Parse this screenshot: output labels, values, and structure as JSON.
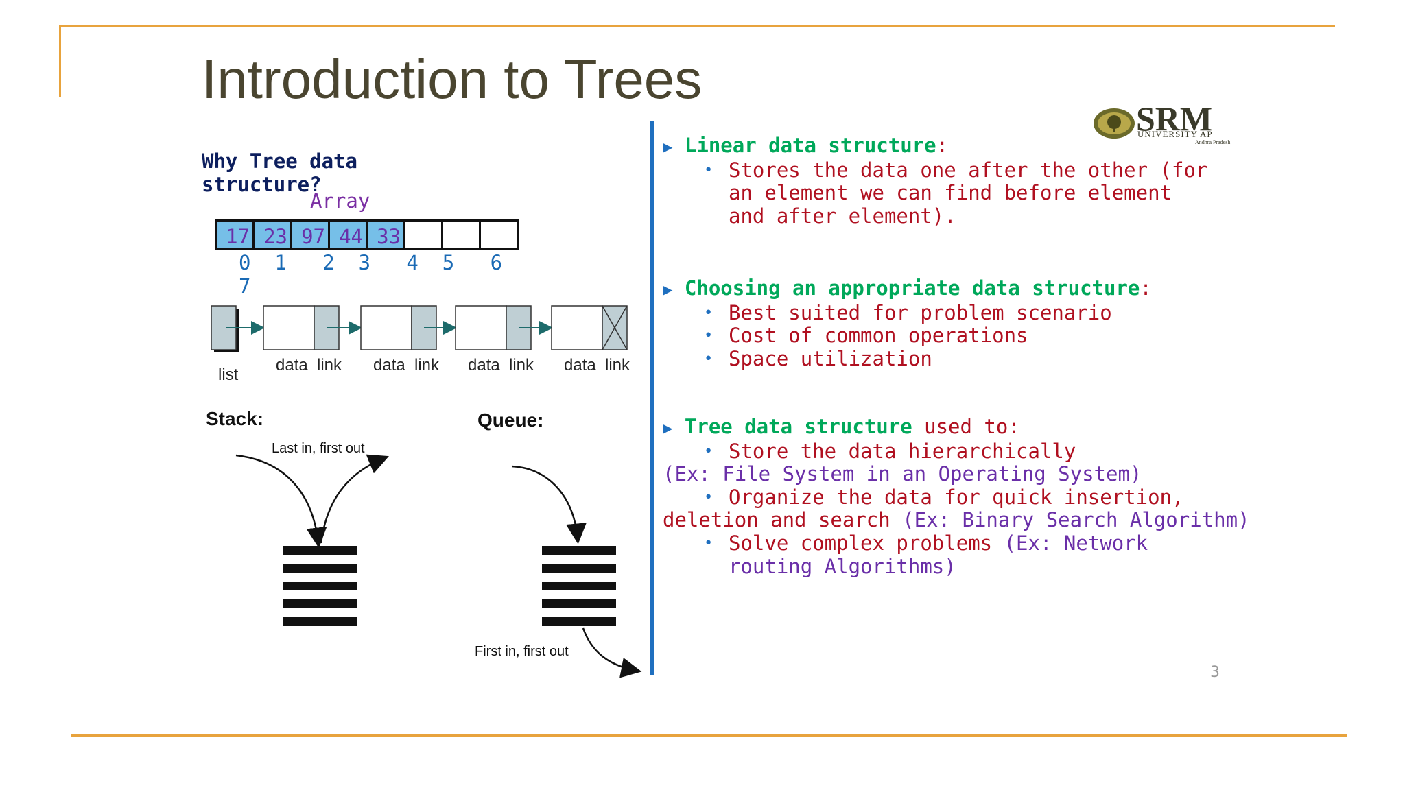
{
  "slide": {
    "title": "Introduction to Trees",
    "page_number": "3",
    "logo_text": "SRM",
    "logo_sub": "UNIVERSITY AP",
    "logo_sub2": "Andhra Pradesh"
  },
  "left": {
    "heading": "Why Tree data structure?",
    "array_label": "Array",
    "array_values": [
      "17",
      "23",
      "97",
      "44",
      "33",
      "",
      "",
      ""
    ],
    "indices_line1": "0  1   2  3   4  5   6",
    "indices_line2": "7",
    "linked_list": {
      "head_label": "list",
      "data_label": "data",
      "link_label": "link"
    },
    "stack": {
      "title": "Stack:",
      "caption": "Last in, first out"
    },
    "queue": {
      "title": "Queue:",
      "caption": "First in, first out"
    }
  },
  "right": {
    "section1": {
      "heading": "Linear data structure",
      "suffix": ":",
      "bullet_lines": [
        "Stores the data one after the other (for",
        "an  element we can find before element",
        "and after  element)."
      ]
    },
    "section2": {
      "heading": "Choosing an appropriate data structure",
      "suffix": ":",
      "bullets": [
        "Best suited for problem scenario",
        "Cost of common operations",
        "Space utilization"
      ]
    },
    "section3": {
      "heading": "Tree data structure",
      "suffix": " used to:",
      "b1": "Store the data hierarchically",
      "b1_ex": "(Ex: File System in an Operating System)",
      "b2": "Organize the data for quick insertion,",
      "b2_cont": "deletion and search ",
      "b2_ex": "(Ex: Binary Search Algorithm)",
      "b3": "Solve complex problems ",
      "b3_ex1": "(Ex: Network",
      "b3_ex2": "routing Algorithms)"
    }
  },
  "colors": {
    "accent_line": "#e8a33d",
    "divider": "#1f6fbf",
    "heading_green": "#00a85a",
    "text_red": "#b01020",
    "text_purple": "#6a2fa8",
    "title": "#4a4530"
  }
}
